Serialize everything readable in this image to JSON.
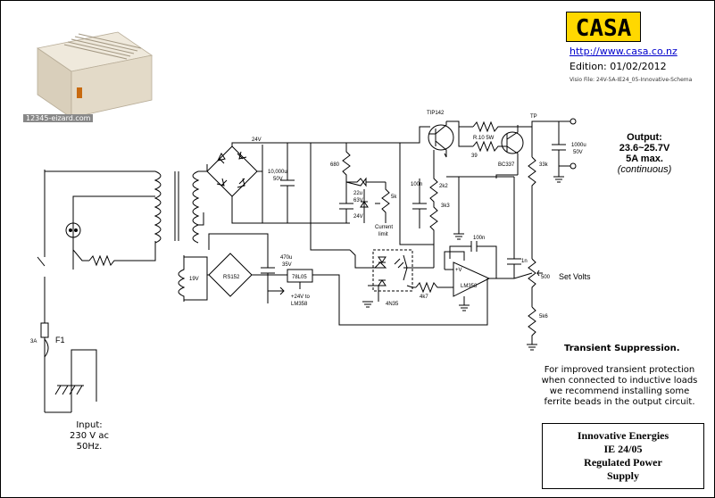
{
  "header": {
    "logo_text": "CASA",
    "url": "http://www.casa.co.nz",
    "edition": "Edition: 01/02/2012",
    "visio_file": "Visio File: 24V-5A-IE24_05-Innovative-Schema",
    "photo_caption": "12345-eizard.com",
    "brand_yellow": "#ffd800"
  },
  "output": {
    "title": "Output:",
    "range": "23.6~25.7V",
    "current": "5A max.",
    "note": "(continuous)"
  },
  "transient": {
    "title": "Transient Suppression.",
    "lines": [
      "For improved  transient protection",
      "when connected to inductive loads",
      "we recommend  installing some",
      "ferrite beads in the output circuit."
    ]
  },
  "input": {
    "lines": [
      "Input:",
      "230 V ac",
      "50Hz."
    ]
  },
  "titleblock": {
    "lines": [
      "Innovative Energies",
      "IE 24/05",
      "Regulated Power",
      "Supply"
    ]
  },
  "schematic_labels": {
    "tip142": "TIP142",
    "tp": "TP",
    "r10": "R.10 5W",
    "r39": "39",
    "bc337": "BC337",
    "v24": "24V",
    "c10000": "10,000u",
    "c10000_v": "50V",
    "r680": "680",
    "c22": "22u",
    "c22_v": "63V",
    "z24": "24V",
    "r5k": "5k",
    "current_limit_1": "Current",
    "current_limit_2": "limit",
    "c100n_a": "100n",
    "r2k2": "2k2",
    "r3k3": "3k3",
    "c1000": "1000u",
    "c1000_v": "50V",
    "r33k": "33k",
    "c470": "470u",
    "c470_v": "35V",
    "rs152": "RS152",
    "reg": "78L05",
    "v19": "19V",
    "to_lm358_1": "+24V to",
    "to_lm358_2": "LM358",
    "c100n_b": "100n",
    "plus_v": "+V",
    "lm358": "LM358",
    "r4k7": "4k7",
    "opto": "4N35",
    "c1n": "1n",
    "r500": "500",
    "set_volts": "Set Volts",
    "r5k6": "5k6",
    "fuse_rating": "3A",
    "fuse_name": "F1"
  }
}
